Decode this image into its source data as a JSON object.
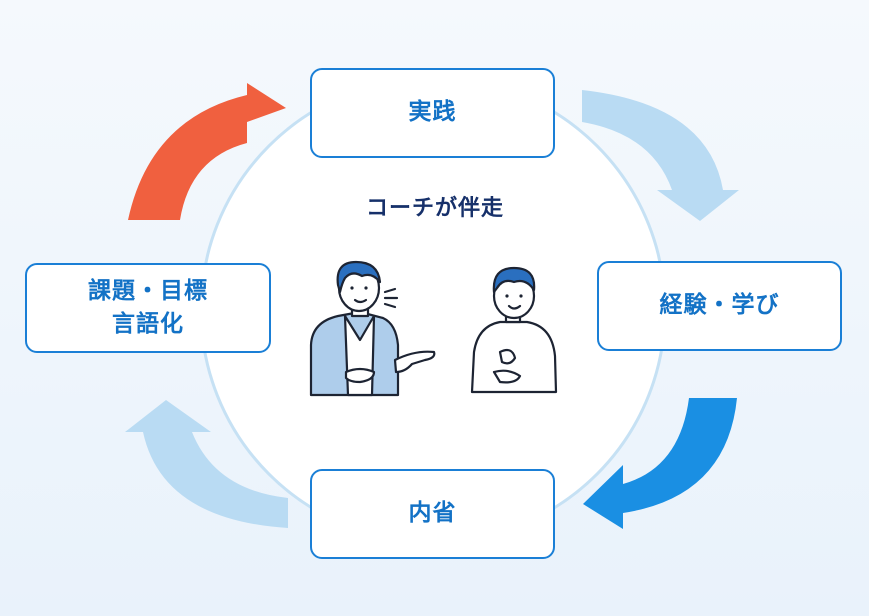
{
  "center": {
    "title": "コーチが伴走"
  },
  "stages": {
    "practice": "実践",
    "experience": "経験・学び",
    "reflection": "内省",
    "goal_line1": "課題・目標",
    "goal_line2": "言語化"
  },
  "colors": {
    "box_border": "#1a7fd6",
    "box_text": "#1372c6",
    "center_text": "#16306a",
    "arrow_orange": "#f0603f",
    "arrow_light": "#b9dbf3",
    "arrow_blue": "#1a8fe3",
    "ring": "#c6e1f4"
  },
  "illustration": {
    "left_person": "coach-icon",
    "right_person": "client-icon"
  }
}
